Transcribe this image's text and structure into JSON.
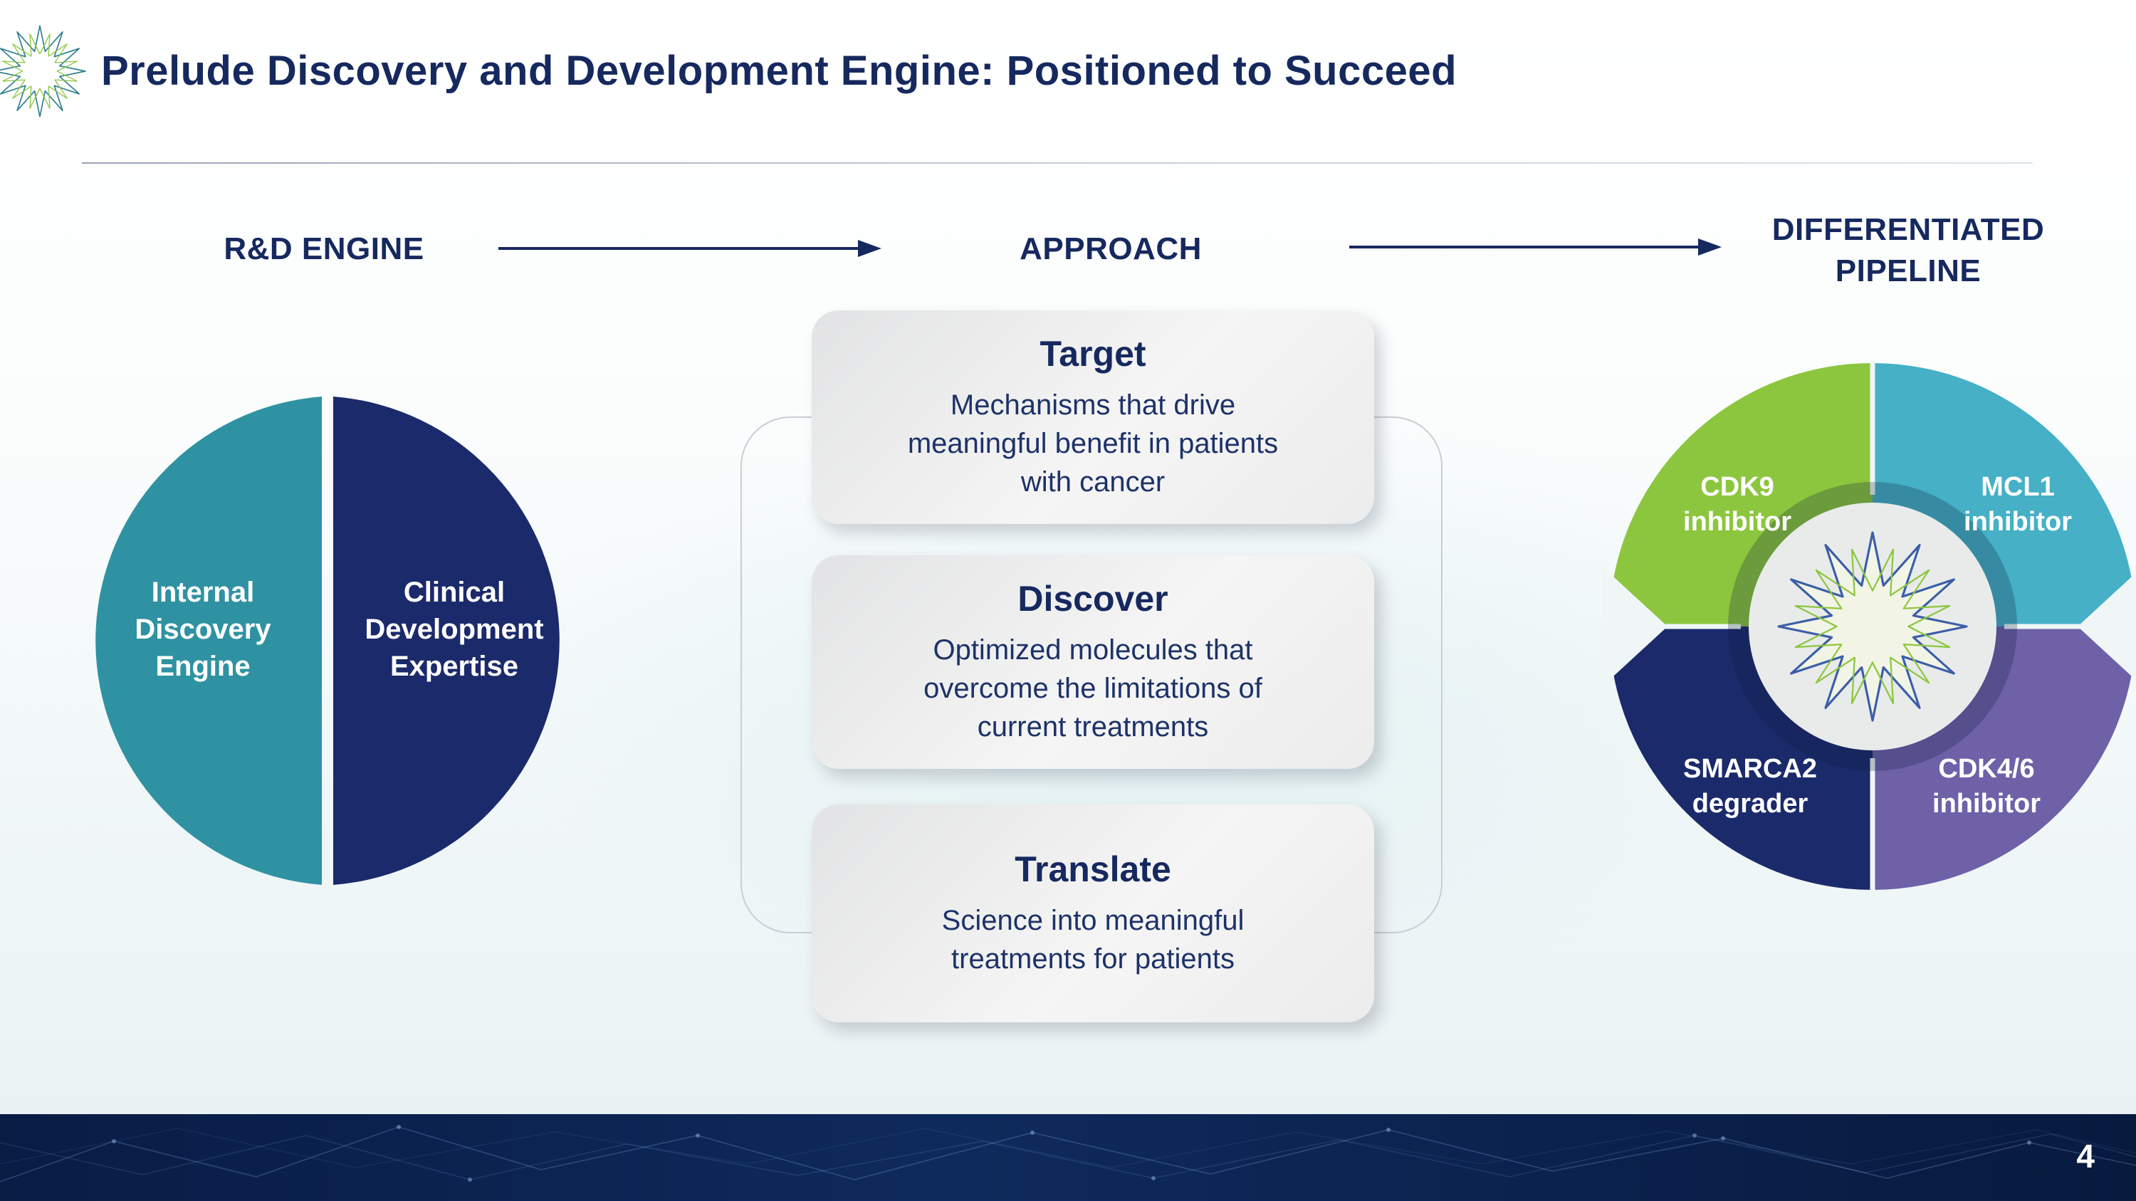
{
  "slide": {
    "title": "Prelude Discovery and Development Engine: Positioned to Succeed",
    "page_number": "4"
  },
  "columns": {
    "rd_engine": {
      "label": "R&D ENGINE"
    },
    "approach": {
      "label": "APPROACH"
    },
    "pipeline": {
      "label": "DIFFERENTIATED PIPELINE"
    }
  },
  "rd_circle": {
    "left_half": "Internal Discovery Engine",
    "right_half": "Clinical Development Expertise"
  },
  "approach_steps": [
    {
      "title": "Target",
      "body": "Mechanisms that drive meaningful benefit in patients with cancer"
    },
    {
      "title": "Discover",
      "body": "Optimized molecules that overcome the limitations of current treatments"
    },
    {
      "title": "Translate",
      "body": "Science into meaningful treatments for patients"
    }
  ],
  "pipeline_wheel": {
    "quadrants": [
      {
        "label": "CDK9 inhibitor",
        "color": "#8cc63e",
        "position": "top-left"
      },
      {
        "label": "MCL1 inhibitor",
        "color": "#45b0c6",
        "position": "top-right"
      },
      {
        "label": "SMARCA2 degrader",
        "color": "#1b2a6b",
        "position": "bottom-left"
      },
      {
        "label": "CDK4/6 inhibitor",
        "color": "#6e61a8",
        "position": "bottom-right"
      }
    ]
  },
  "icons": {
    "logo": "prelude-starburst",
    "arrows": "right-arrow"
  },
  "colors": {
    "navy": "#16295f",
    "teal": "#2f92a2",
    "green": "#8cc63e",
    "cyan": "#45b0c6",
    "purple": "#6e61a8",
    "footer_navy": "#0e2a5c",
    "box_gray": "#ededed"
  }
}
